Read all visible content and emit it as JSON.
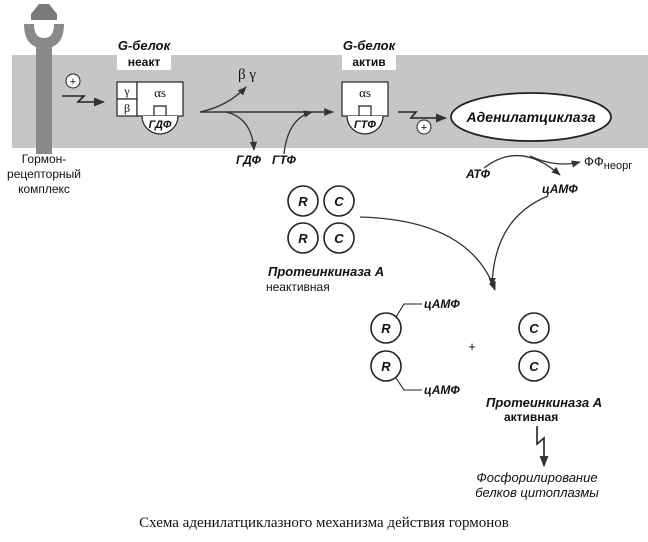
{
  "receptor": {
    "label_line1": "Гормон-",
    "label_line2": "рецепторный",
    "label_line3": "комплекс"
  },
  "g_inactive": {
    "title": "G-белок",
    "state": "неакт",
    "gamma": "γ",
    "beta": "β",
    "alpha": "αs",
    "nucleotide": "ГДФ"
  },
  "g_active": {
    "title": "G-белок",
    "state": "актив",
    "alpha": "αs",
    "nucleotide": "ГТФ"
  },
  "released": {
    "beta_gamma": "β γ"
  },
  "exchange": {
    "out": "ГДФ",
    "in": "ГТФ"
  },
  "plus_sign": "+",
  "adenylate_cyclase": {
    "label": "Аденилатциклаза"
  },
  "reaction": {
    "substrate": "АТФ",
    "byproduct_main": "ФФ",
    "byproduct_sub": "неорг",
    "product": "цАМФ"
  },
  "pka_inactive": {
    "subunits": [
      "R",
      "C",
      "R",
      "C"
    ],
    "name": "Протеинкиназа А",
    "state": "неактивная"
  },
  "pka_products": {
    "regulatory": [
      "R",
      "R"
    ],
    "camp_labels": [
      "цАМФ",
      "цАМФ"
    ],
    "plus": "+",
    "catalytic": [
      "C",
      "C"
    ]
  },
  "pka_active": {
    "name": "Протеинкиназа А",
    "state": "активная"
  },
  "outcome": {
    "line1": "Фосфорилирование",
    "line2": "белков цитоплазмы"
  },
  "caption": "Схема аденилатциклазного механизма действия гормонов",
  "colors": {
    "membrane": "#c6c6c6",
    "receptor": "#888888",
    "line": "#333333"
  }
}
